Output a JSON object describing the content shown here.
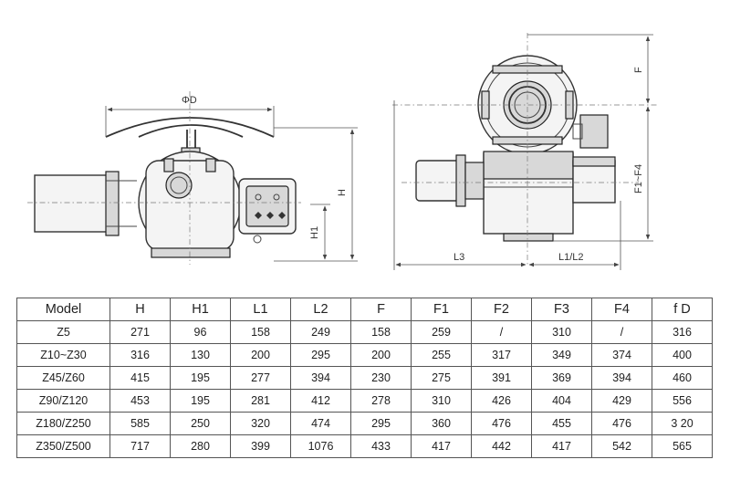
{
  "drawing_labels": {
    "phi_d": "ΦD",
    "h": "H",
    "h1": "H1",
    "f": "F",
    "f1_f4": "F1~F4",
    "l3": "L3",
    "l1_l2": "L1/L2"
  },
  "table": {
    "headers": [
      "Model",
      "H",
      "H1",
      "L1",
      "L2",
      "F",
      "F1",
      "F2",
      "F3",
      "F4",
      "f  D"
    ],
    "rows": [
      [
        "Z5",
        "271",
        "96",
        "158",
        "249",
        "158",
        "259",
        "/",
        "310",
        "/",
        "316"
      ],
      [
        "Z10~Z30",
        "316",
        "130",
        "200",
        "295",
        "200",
        "255",
        "317",
        "349",
        "374",
        "400"
      ],
      [
        "Z45/Z60",
        "415",
        "195",
        "277",
        "394",
        "230",
        "275",
        "391",
        "369",
        "394",
        "460"
      ],
      [
        "Z90/Z120",
        "453",
        "195",
        "281",
        "412",
        "278",
        "310",
        "426",
        "404",
        "429",
        "556"
      ],
      [
        "Z180/Z250",
        "585",
        "250",
        "320",
        "474",
        "295",
        "360",
        "476",
        "455",
        "476",
        "3 20"
      ],
      [
        "Z350/Z500",
        "717",
        "280",
        "399",
        "1076",
        "433",
        "417",
        "442",
        "417",
        "542",
        "565"
      ]
    ]
  }
}
